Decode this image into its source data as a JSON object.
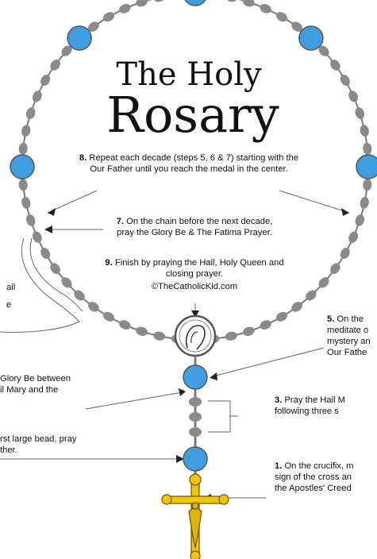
{
  "title": {
    "line1": "The Holy",
    "line2": "Rosary"
  },
  "steps": {
    "s8_num": "8.",
    "s8_text": "Repeat each decade (steps 5, 6 & 7) starting with the Our Father until you reach the medal in the center.",
    "s7_num": "7.",
    "s7_text": "On the chain before the next decade, pray the Glory Be & The Fatima Prayer.",
    "s9_num": "9.",
    "s9_text": "Finish by praying the Hail, Holy Queen and closing prayer.",
    "credit": "©TheCatholicKid.com",
    "s5_num": "5.",
    "s5_l1": "On the",
    "s5_l2": "meditate o",
    "s5_l3": "mystery an",
    "s5_l4": "Our Fathe",
    "s6_l1": "ail",
    "s6_l2": "e",
    "s4_l1": "Glory Be between",
    "s4_l2": "il Mary and the",
    "s3_num": "3.",
    "s3_l1": "Pray the Hail M",
    "s3_l2": "following three s",
    "s2_l1": "rst large bead, pray",
    "s2_l2": "ther.",
    "s1_num": "1.",
    "s1_l1": "On the crucifix, m",
    "s1_l2": "sign of the cross an",
    "s1_l3": "the Apostles' Creed"
  },
  "colors": {
    "big_bead": "#3f9ee0",
    "small_bead": "#8a8a8a",
    "chain": "#7a7a7a",
    "crucifix": "#f2c500",
    "line": "#555555"
  }
}
